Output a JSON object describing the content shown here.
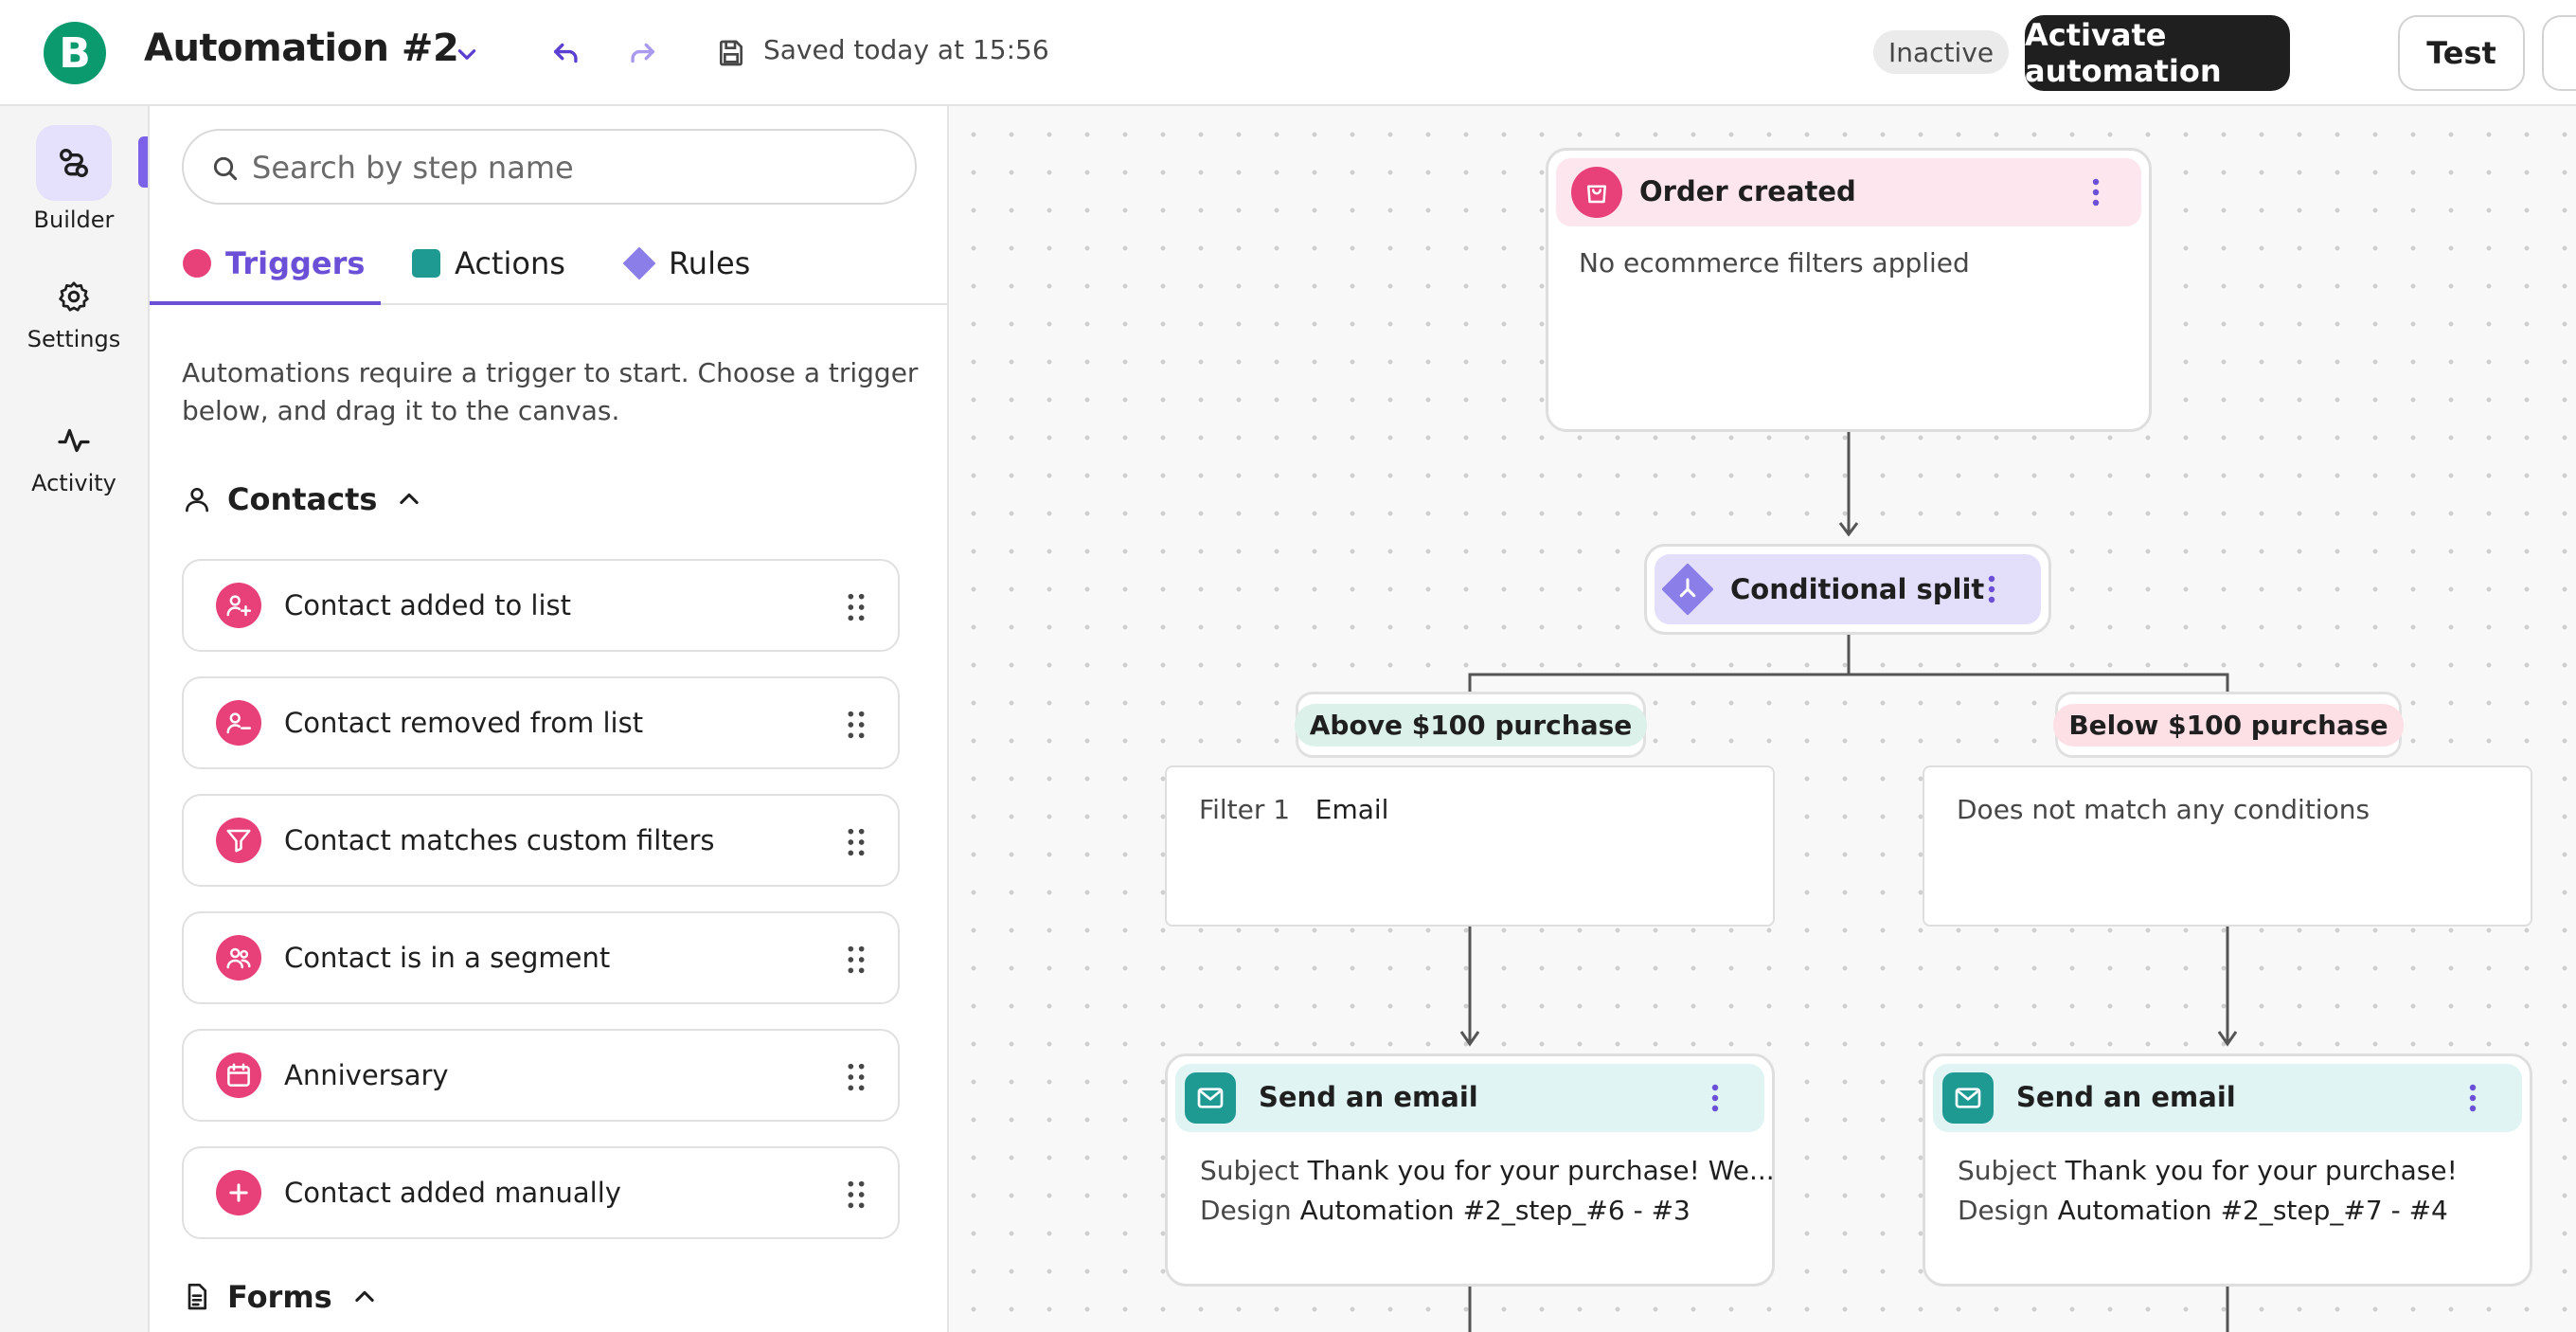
{
  "topbar": {
    "logo_letter": "B",
    "title": "Automation #2",
    "saved_text": "Saved today at 15:56",
    "status": "Inactive",
    "activate_label": "Activate automation",
    "test_label": "Test"
  },
  "rail": {
    "items": [
      {
        "label": "Builder"
      },
      {
        "label": "Settings"
      },
      {
        "label": "Activity"
      }
    ]
  },
  "panel": {
    "search_placeholder": "Search by step name",
    "tabs": [
      {
        "label": "Triggers",
        "color": "#e8417a"
      },
      {
        "label": "Actions",
        "color": "#1f9a93"
      },
      {
        "label": "Rules",
        "color": "#8b7ee8"
      }
    ],
    "help_text": "Automations require a trigger to start. Choose a trigger below, and drag it to the canvas.",
    "contacts_heading": "Contacts",
    "triggers": [
      {
        "label": "Contact added to list",
        "icon": "user-plus-icon"
      },
      {
        "label": "Contact removed from list",
        "icon": "user-minus-icon"
      },
      {
        "label": "Contact matches custom filters",
        "icon": "filter-icon"
      },
      {
        "label": "Contact is in a segment",
        "icon": "users-icon"
      },
      {
        "label": "Anniversary",
        "icon": "calendar-icon"
      },
      {
        "label": "Contact added manually",
        "icon": "plus-icon"
      }
    ],
    "forms_heading": "Forms"
  },
  "canvas": {
    "trigger_node": {
      "title": "Order created",
      "body": "No ecommerce filters applied"
    },
    "split_node": {
      "title": "Conditional split"
    },
    "branch_left": {
      "label": "Above $100 purchase",
      "filter_label": "Filter 1",
      "filter_value": "Email"
    },
    "branch_right": {
      "label": "Below $100 purchase",
      "body": "Does not match any conditions"
    },
    "email_left": {
      "title": "Send an email",
      "subject_label": "Subject",
      "subject_value": "Thank you for your purchase! We...",
      "design_label": "Design",
      "design_value": "Automation #2_step_#6 - #3"
    },
    "email_right": {
      "title": "Send an email",
      "subject_label": "Subject",
      "subject_value": "Thank you for your purchase!",
      "design_label": "Design",
      "design_value": "Automation #2_step_#7 - #4"
    }
  },
  "colors": {
    "brand_green": "#0b996e",
    "accent_purple": "#6b4fd6",
    "trigger_pink": "#e8417a",
    "action_teal": "#1f9a93",
    "rule_purple": "#8b7ee8"
  }
}
